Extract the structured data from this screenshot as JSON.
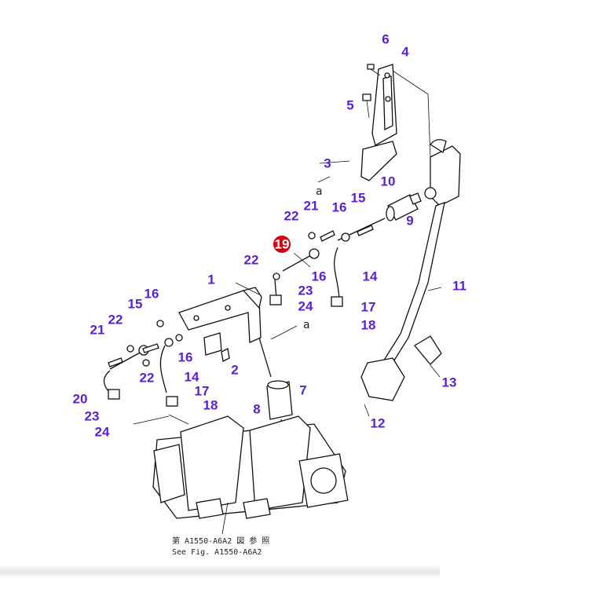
{
  "labels": {
    "l6": "6",
    "l4": "4",
    "l5": "5",
    "l3": "3",
    "l10": "10",
    "l15a": "15",
    "l16a": "16",
    "l21a": "21",
    "l22a": "22",
    "l9": "9",
    "l19": "19",
    "l22b": "22",
    "l16b": "16",
    "l14a": "14",
    "l1": "1",
    "l23a": "23",
    "l24a": "24",
    "l17a": "17",
    "l18a": "18",
    "l11": "11",
    "l16c": "16",
    "l15b": "15",
    "l22c": "22",
    "l21b": "21",
    "l16d": "16",
    "l22d": "22",
    "l2": "2",
    "l7": "7",
    "l14b": "14",
    "l17b": "17",
    "l18b": "18",
    "l20": "20",
    "l8": "8",
    "l23b": "23",
    "l24b": "24",
    "l13": "13",
    "l12": "12",
    "a1": "a",
    "a2": "a"
  },
  "caption": {
    "jp": "第 A1550-A6A2 図 参 照",
    "en": "See Fig. A1550-A6A2"
  },
  "colors": {
    "label": "#5a1fd0",
    "highlight": "#d00010"
  }
}
